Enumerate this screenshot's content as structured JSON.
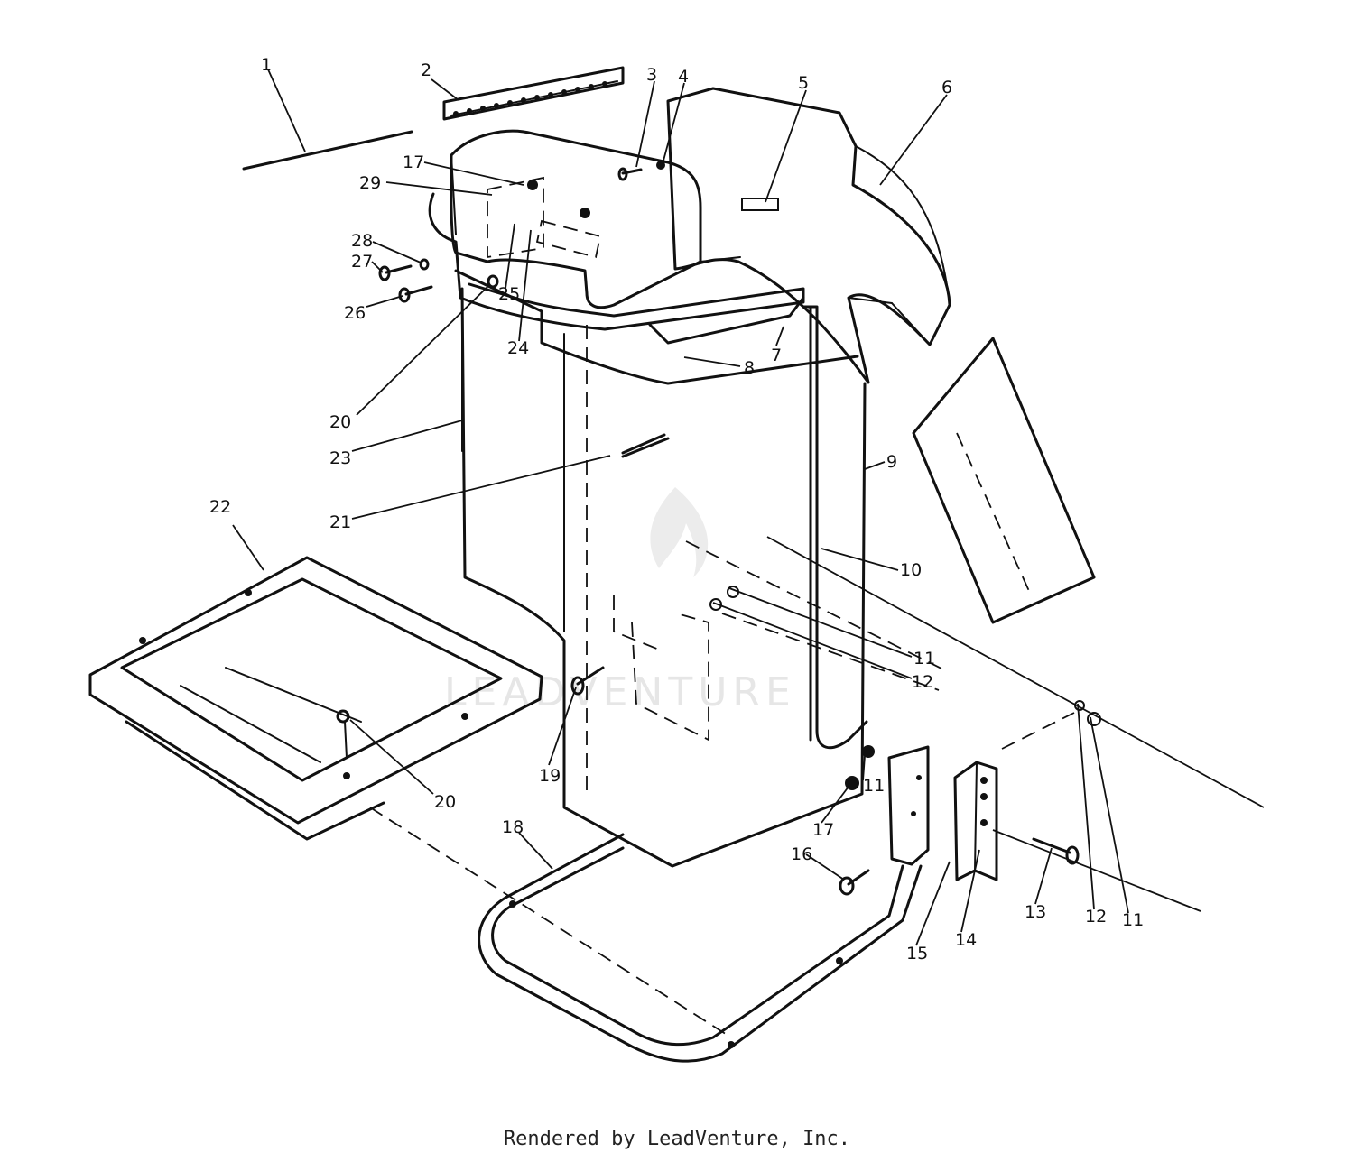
{
  "labels": [
    "1",
    "2",
    "3",
    "4",
    "5",
    "6",
    "7",
    "8",
    "9",
    "10",
    "11",
    "11",
    "11",
    "12",
    "12",
    "13",
    "14",
    "15",
    "16",
    "17",
    "17",
    "18",
    "19",
    "20",
    "20",
    "21",
    "22",
    "23",
    "24",
    "25",
    "26",
    "27",
    "28",
    "29"
  ],
  "watermark": "LEADVENTURE",
  "footer": "Rendered by LeadVenture, Inc."
}
